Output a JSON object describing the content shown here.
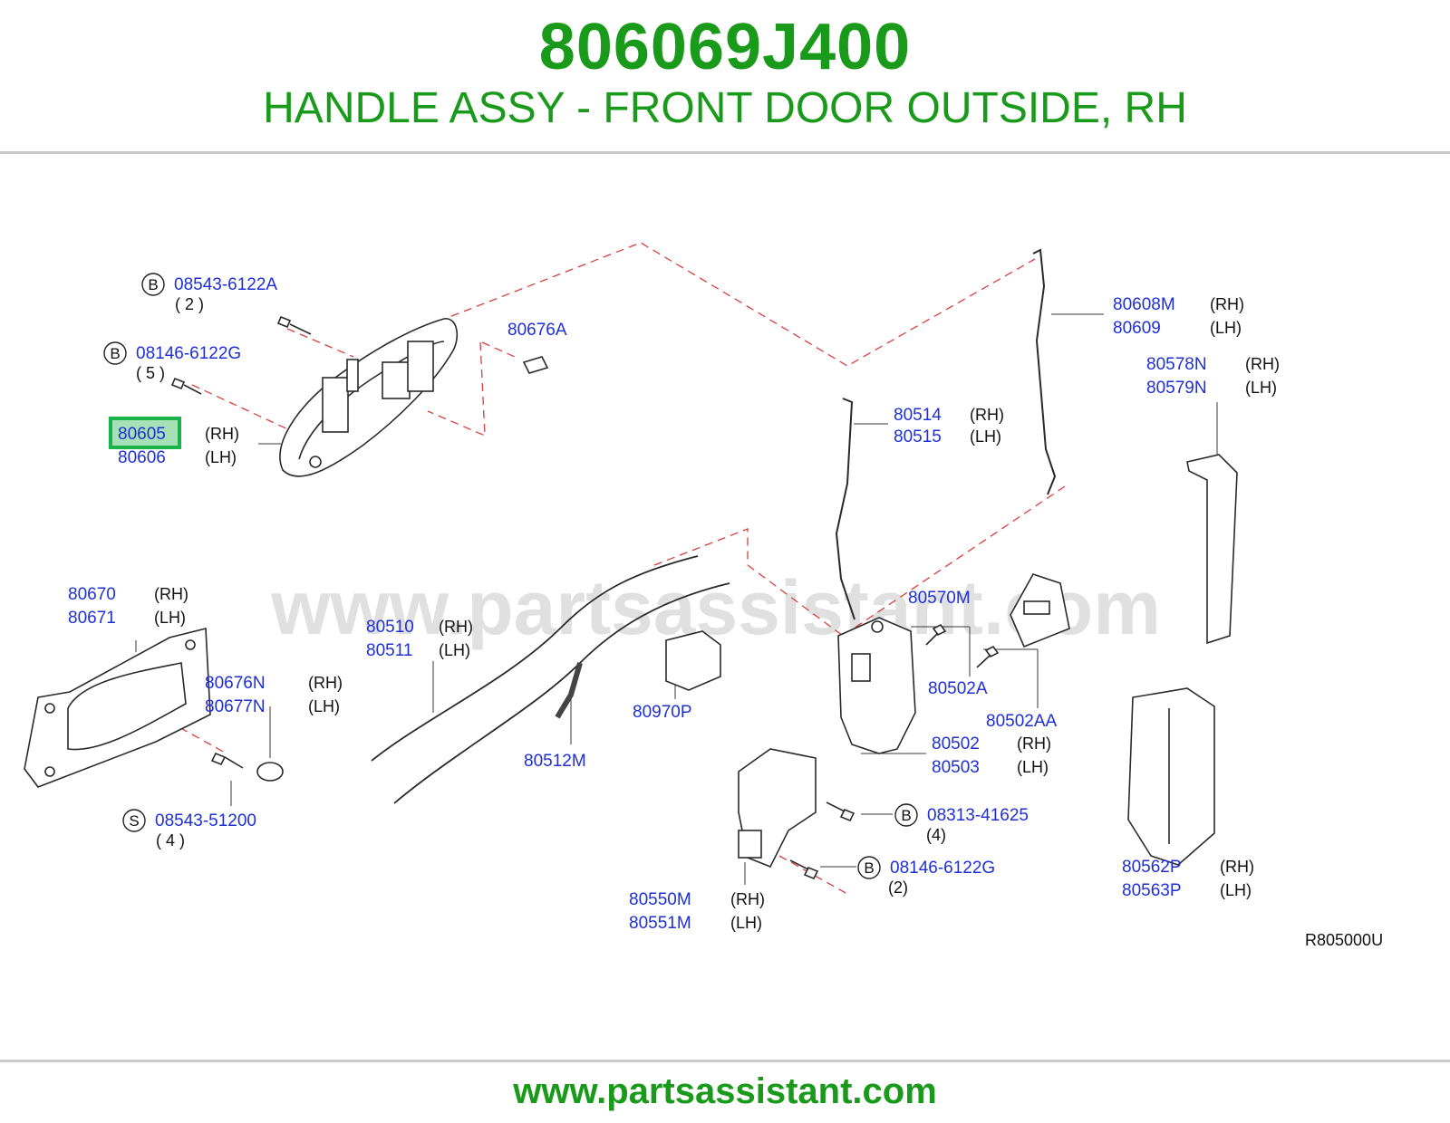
{
  "header": {
    "part_number": "806069J400",
    "description": "HANDLE ASSY - FRONT DOOR OUTSIDE, RH"
  },
  "footer": {
    "url": "www.partsassistant.com"
  },
  "watermark": "www.partsassistant.com",
  "diagram_code": "R805000U",
  "colors": {
    "brand_green": "#1a9a1a",
    "part_link_blue": "#1f2fd6",
    "highlight_green": "#19b34a",
    "leader_red": "#d94040"
  },
  "labels": {
    "b1_code": "08543-6122A",
    "b1_qty": "( 2 )",
    "b2_code": "08146-6122G",
    "b2_qty": "( 5 )",
    "h_rh": "80605",
    "h_lh": "80606",
    "h_rh_side": "(RH)",
    "h_lh_side": "(LH)",
    "clip": "80676A",
    "rod1_rh": "80608M",
    "rod1_lh": "80609",
    "rod1_rh_side": "(RH)",
    "rod1_lh_side": "(LH)",
    "seal_rh": "80578N",
    "seal_lh": "80579N",
    "seal_rh_side": "(RH)",
    "seal_lh_side": "(LH)",
    "rod2_rh": "80514",
    "rod2_lh": "80515",
    "rod2_rh_side": "(RH)",
    "rod2_lh_side": "(LH)",
    "ih_rh": "80670",
    "ih_lh": "80671",
    "ih_rh_side": "(RH)",
    "ih_lh_side": "(LH)",
    "esc_rh": "80676N",
    "esc_lh": "80677N",
    "esc_rh_side": "(RH)",
    "esc_lh_side": "(LH)",
    "s_code": "08543-51200",
    "s_qty": "( 4 )",
    "cab_rh": "80510",
    "cab_lh": "80511",
    "cab_rh_side": "(RH)",
    "cab_lh_side": "(LH)",
    "cab2": "80512M",
    "prot": "80970P",
    "striker": "80570M",
    "sc1": "80502A",
    "sc2": "80502AA",
    "lock_rh": "80502",
    "lock_lh": "80503",
    "lock_rh_side": "(RH)",
    "lock_lh_side": "(LH)",
    "b3_code": "08313-41625",
    "b3_qty": "(4)",
    "b4_code": "08146-6122G",
    "b4_qty": "(2)",
    "act_rh": "80550M",
    "act_lh": "80551M",
    "act_rh_side": "(RH)",
    "act_lh_side": "(LH)",
    "cov_rh": "80562P",
    "cov_lh": "80563P",
    "cov_rh_side": "(RH)",
    "cov_lh_side": "(LH)",
    "badge_b": "B",
    "badge_s": "S"
  }
}
